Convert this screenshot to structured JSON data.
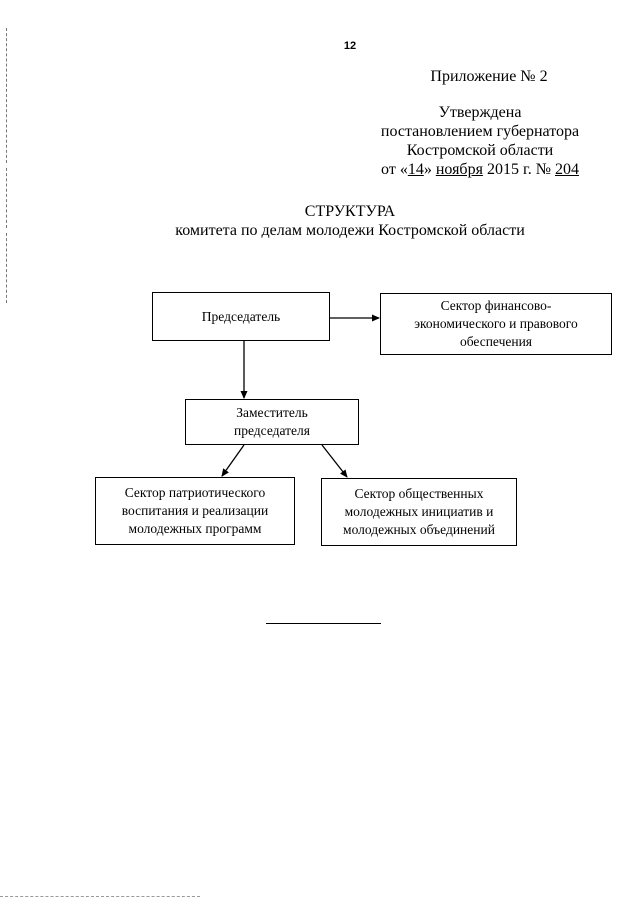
{
  "page_number": "12",
  "appendix": {
    "label": "Приложение № 2"
  },
  "approval": {
    "line1": "Утверждена",
    "line2": "постановлением губернатора",
    "line3": "Костромской области",
    "date_prefix": "от «",
    "date_day": "14",
    "date_mid": "» ",
    "date_month": "ноября",
    "date_year": " 2015 г. № ",
    "date_number": "204"
  },
  "title": "СТРУКТУРА",
  "subtitle": "комитета по делам молодежи Костромской области",
  "org_chart": {
    "chairman": {
      "lines": [
        "Председатель"
      ]
    },
    "finance_sector": {
      "lines": [
        "Сектор финансово-",
        "экономического и правового",
        "обеспечения"
      ]
    },
    "deputy": {
      "lines": [
        "Заместитель",
        "председателя"
      ]
    },
    "patriotic_sector": {
      "lines": [
        "Сектор патриотического",
        "воспитания и реализации",
        "молодежных программ"
      ]
    },
    "public_sector": {
      "lines": [
        "Сектор общественных",
        "молодежных инициатив и",
        "молодежных объединений"
      ]
    }
  }
}
